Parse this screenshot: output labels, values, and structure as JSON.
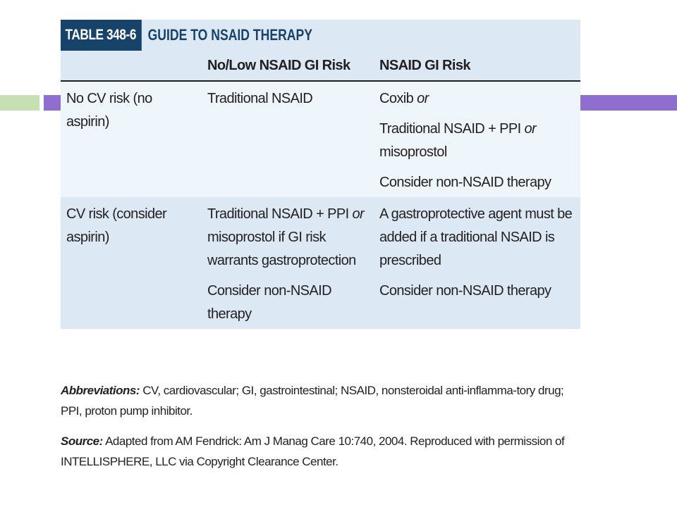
{
  "table": {
    "number": "TABLE 348-6",
    "title": "GUIDE TO NSAID THERAPY",
    "headers": [
      "",
      "No/Low NSAID GI Risk",
      "NSAID GI Risk"
    ],
    "rows": [
      {
        "label": "No CV risk (no aspirin)",
        "low_risk": [
          "Traditional NSAID"
        ],
        "gi_risk": [
          {
            "pre": "Coxib",
            "em": "or",
            "post": ""
          },
          {
            "pre": "Traditional NSAID + PPI",
            "em": "or",
            "post": "misoprostol"
          },
          {
            "pre": "Consider non-NSAID therapy",
            "em": "",
            "post": ""
          }
        ]
      },
      {
        "label": "CV risk (consider aspirin)",
        "low_risk": [
          {
            "pre": "Traditional NSAID + PPI",
            "em": "or",
            "post": "misoprostol if GI risk warrants gastroprotection"
          },
          {
            "pre": "Consider non-NSAID therapy",
            "em": "",
            "post": ""
          }
        ],
        "gi_risk": [
          "A gastroprotective agent must be added if a traditional NSAID is prescribed",
          "Consider non-NSAID therapy"
        ]
      }
    ]
  },
  "notes": {
    "abbreviations_label": "Abbreviations:",
    "abbreviations_text": "CV, cardiovascular; GI, gastrointestinal; NSAID, nonsteroidal anti-inflamma-tory drug; PPI, proton pump inhibitor.",
    "source_label": "Source:",
    "source_text": "Adapted from AM Fendrick: Am J Manag Care 10:740, 2004. Reproduced with permission of INTELLISPHERE, LLC via Copyright Clearance Center."
  },
  "colors": {
    "header_dark": "#17436b",
    "header_light": "#dce9f5",
    "row_light": "#eef5fb",
    "accent_purple": "#8e6fcf",
    "accent_green": "#c6e0b4"
  }
}
